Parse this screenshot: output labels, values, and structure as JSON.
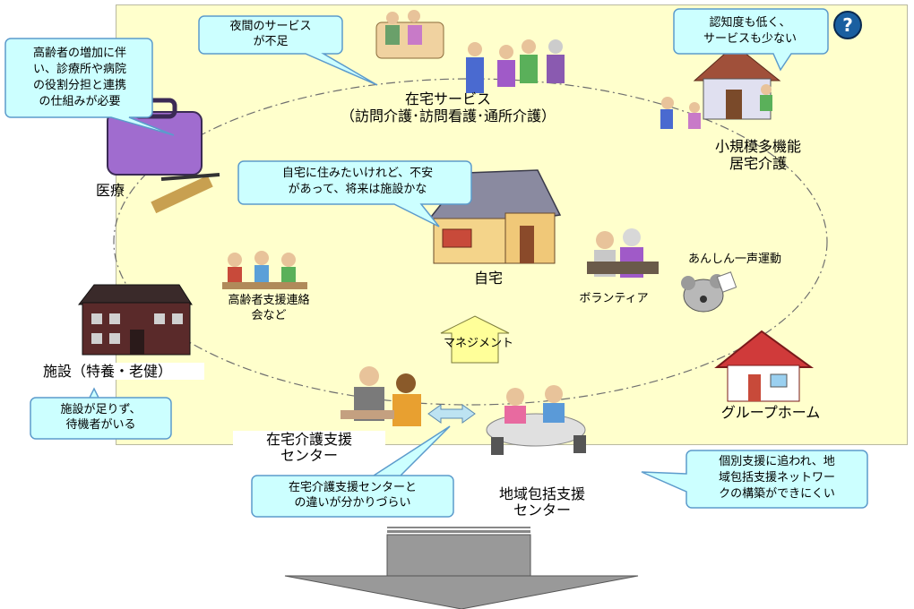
{
  "services": {
    "home_service": {
      "title": "在宅サービス",
      "subtitle": "（訪問介護･訪問看護･通所介護）"
    },
    "small_multi": {
      "line1": "小規模多機能",
      "line2": "居宅介護"
    },
    "medical": "医療",
    "home": "自宅",
    "volunteer": "ボランティア",
    "anshin": "あんしん一声運動",
    "liaison": {
      "line1": "高齢者支援連絡",
      "line2": "会など"
    },
    "management": "マネジメント",
    "facility": "施設（特養・老健）",
    "group_home": "グループホーム",
    "home_care_center": {
      "line1": "在宅介護支援",
      "line2": "センター"
    },
    "regional_center": {
      "line1": "地域包括支援",
      "line2": "センター"
    }
  },
  "bubbles": {
    "night": {
      "line1": "夜間のサービス",
      "line2": "が不足"
    },
    "dementia": {
      "line1": "認知度も低く、",
      "line2": "サービスも少ない"
    },
    "medical_role": {
      "line1": "高齢者の増加に伴",
      "line2": "い、診療所や病院",
      "line3": "の役割分担と連携",
      "line4": "の仕組みが必要"
    },
    "home_anxiety": {
      "line1": "自宅に住みたいけれど、不安",
      "line2": "があって、将来は施設かな"
    },
    "facility_short": {
      "line1": "施設が足りず、",
      "line2": "待機者がいる"
    },
    "center_diff": {
      "line1": "在宅介護支援センターと",
      "line2": "の違いが分かりづらい"
    },
    "network": {
      "line1": "個別支援に追われ、地",
      "line2": "域包括支援ネットワー",
      "line3": "クの構築ができにくい"
    }
  },
  "icons": {
    "help": "?"
  },
  "colors": {
    "panel": "#ffffcc",
    "bubble_fill": "#ccffff",
    "bubble_stroke": "#5c9bcc",
    "arrow_fill": "#ffff99",
    "big_arrow": "#999999"
  }
}
